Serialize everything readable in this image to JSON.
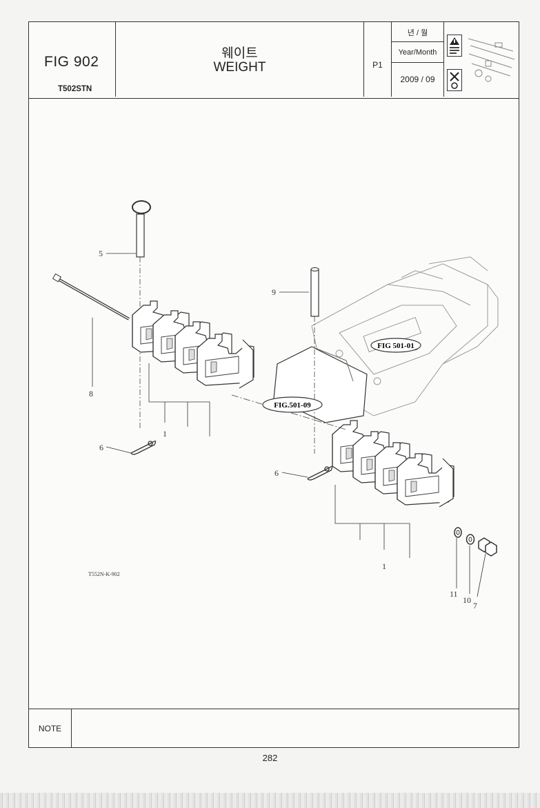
{
  "header": {
    "fig_number": "FIG 902",
    "model": "T502STN",
    "title_ko": "웨이트",
    "title_en": "WEIGHT",
    "page": "P1",
    "year_month_ko": "년 / 월",
    "year_month_en": "Year/Month",
    "date": "2009 / 09"
  },
  "diagram": {
    "callouts": [
      "5",
      "9",
      "8",
      "1",
      "6",
      "6",
      "1",
      "11",
      "10",
      "7"
    ],
    "refs": [
      "FIG 501-01",
      "FIG.501-09"
    ],
    "drawing_code": "T552N-K-902"
  },
  "note": {
    "label": "NOTE"
  },
  "footer": {
    "page_number": "282"
  }
}
